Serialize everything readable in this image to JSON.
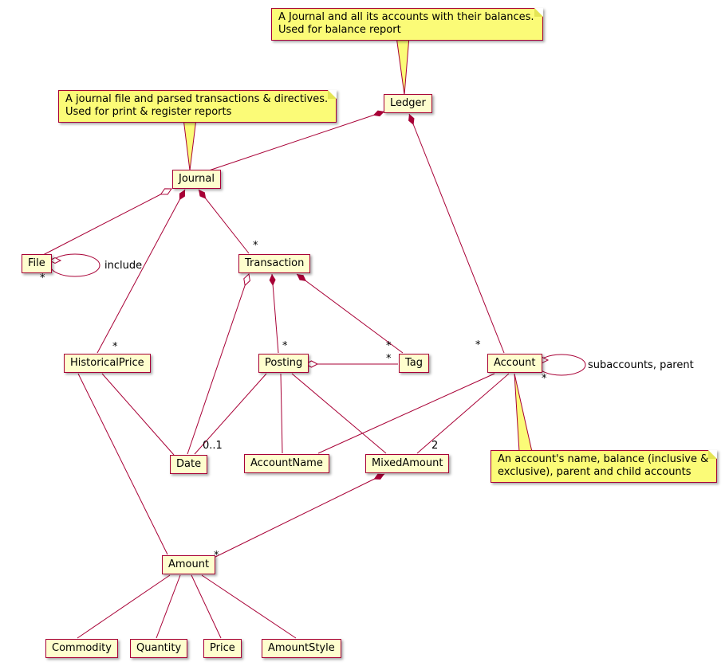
{
  "diagram": {
    "kind": "uml-class-diagram",
    "colors": {
      "class_bg": "#FEFECE",
      "note_bg": "#FBFB77",
      "border": "#A80036",
      "line": "#A80036",
      "text": "#000000"
    }
  },
  "classes": [
    {
      "name": "Ledger"
    },
    {
      "name": "Journal"
    },
    {
      "name": "File"
    },
    {
      "name": "Transaction"
    },
    {
      "name": "HistoricalPrice"
    },
    {
      "name": "Posting"
    },
    {
      "name": "Tag"
    },
    {
      "name": "Account"
    },
    {
      "name": "Date"
    },
    {
      "name": "AccountName"
    },
    {
      "name": "MixedAmount"
    },
    {
      "name": "Amount"
    },
    {
      "name": "Commodity"
    },
    {
      "name": "Quantity"
    },
    {
      "name": "Price"
    },
    {
      "name": "AmountStyle"
    }
  ],
  "notes": [
    {
      "target": "Ledger",
      "lines": [
        "A Journal and all its accounts with their balances.",
        "Used for balance report"
      ]
    },
    {
      "target": "Journal",
      "lines": [
        "A journal file and parsed transactions & directives.",
        "Used for print & register reports"
      ]
    },
    {
      "target": "Account",
      "lines": [
        "An account's name, balance (inclusive &",
        "exclusive), parent and child accounts"
      ]
    }
  ],
  "relationships": [
    {
      "from": "Ledger",
      "to": "Journal",
      "type": "composition"
    },
    {
      "from": "Ledger",
      "to": "Account",
      "type": "composition",
      "to_multiplicity": "*"
    },
    {
      "from": "Journal",
      "to": "File",
      "type": "aggregation"
    },
    {
      "from": "File",
      "to": "File",
      "type": "aggregation",
      "to_multiplicity": "*",
      "label": "include"
    },
    {
      "from": "Journal",
      "to": "Transaction",
      "type": "composition",
      "to_multiplicity": "*"
    },
    {
      "from": "Journal",
      "to": "HistoricalPrice",
      "type": "composition",
      "to_multiplicity": "*"
    },
    {
      "from": "Transaction",
      "to": "Posting",
      "type": "composition",
      "to_multiplicity": "*"
    },
    {
      "from": "Transaction",
      "to": "Date",
      "type": "aggregation"
    },
    {
      "from": "Transaction",
      "to": "Tag",
      "type": "composition",
      "to_multiplicity": "*"
    },
    {
      "from": "Posting",
      "to": "Tag",
      "type": "aggregation",
      "to_multiplicity": "*"
    },
    {
      "from": "Posting",
      "to": "Date",
      "type": "association",
      "to_multiplicity": "0..1"
    },
    {
      "from": "Posting",
      "to": "AccountName",
      "type": "association"
    },
    {
      "from": "Posting",
      "to": "MixedAmount",
      "type": "association"
    },
    {
      "from": "Account",
      "to": "Account",
      "type": "aggregation",
      "to_multiplicity": "*",
      "label": "subaccounts, parent"
    },
    {
      "from": "Account",
      "to": "AccountName",
      "type": "association"
    },
    {
      "from": "Account",
      "to": "MixedAmount",
      "type": "association",
      "to_multiplicity": "2"
    },
    {
      "from": "HistoricalPrice",
      "to": "Date",
      "type": "association"
    },
    {
      "from": "HistoricalPrice",
      "to": "Amount",
      "type": "association"
    },
    {
      "from": "MixedAmount",
      "to": "Amount",
      "type": "composition",
      "to_multiplicity": "*"
    },
    {
      "from": "Amount",
      "to": "Commodity",
      "type": "association"
    },
    {
      "from": "Amount",
      "to": "Quantity",
      "type": "association"
    },
    {
      "from": "Amount",
      "to": "Price",
      "type": "association"
    },
    {
      "from": "Amount",
      "to": "AmountStyle",
      "type": "association"
    }
  ]
}
